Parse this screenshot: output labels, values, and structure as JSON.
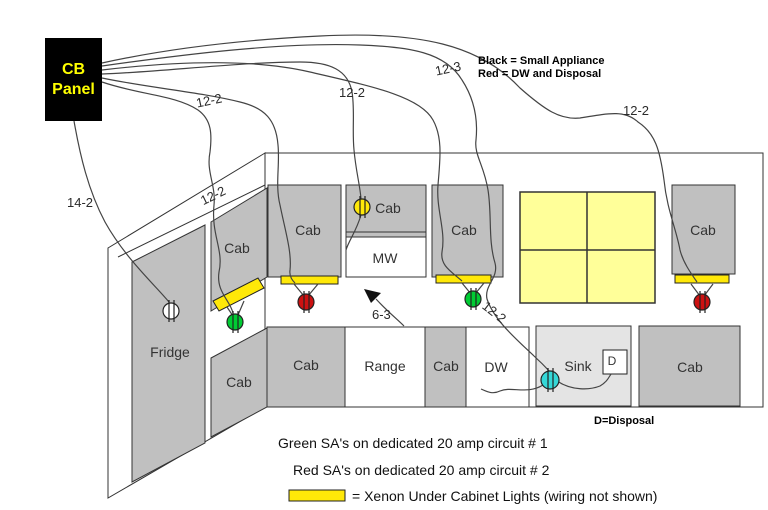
{
  "panel": {
    "line1": "CB",
    "line2": "Panel"
  },
  "wire_legend": {
    "line1": "Black = Small Appliance",
    "line2": "Red = DW and Disposal"
  },
  "wire_labels": {
    "fridge": "14-2",
    "near_panel": "12-2",
    "microwave": "12-2",
    "main_sa": "12-3",
    "right": "12-2",
    "left_wall": "12-2",
    "sink": "12-2",
    "range": "6-3"
  },
  "boxes": {
    "cab": "Cab",
    "mw": "MW",
    "fridge": "Fridge",
    "range": "Range",
    "dw": "DW",
    "sink": "Sink",
    "disposal_abbr": "D",
    "disposal_note": "D=Disposal"
  },
  "notes": {
    "green": "Green SA's on dedicated 20 amp circuit # 1",
    "red": "Red SA's on dedicated 20 amp circuit # 2",
    "xenon": "= Xenon Under Cabinet Lights (wiring not shown)"
  },
  "colors": {
    "panel_bg": "#000000",
    "panel_text": "#ffff00",
    "cabinet": "#c0c0c0",
    "sink": "#e4e4e4",
    "window": "#ffff99",
    "light_bar": "#ffe808",
    "outlet_white": "#ffffff",
    "outlet_green": "#00cc33",
    "outlet_red": "#cc1111",
    "outlet_yellow": "#ffe808",
    "outlet_cyan": "#35d8d8",
    "wire": "#444444"
  }
}
